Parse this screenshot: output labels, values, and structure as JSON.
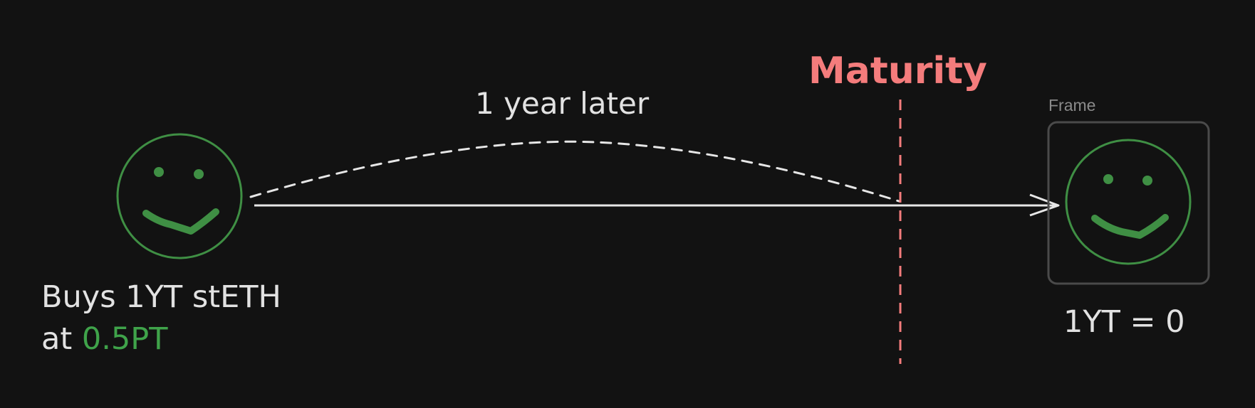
{
  "diagram": {
    "curve_label": "1 year later",
    "maturity_label": "Maturity",
    "frame_label": "Frame",
    "buyer_caption_line1": "Buys 1YT stETH",
    "buyer_caption_at": "at ",
    "buyer_caption_price": "0.5PT",
    "result_caption": "1YT = 0"
  },
  "colors": {
    "background": "#121212",
    "face_green": "#3f8f44",
    "price_green": "#3fa34a",
    "maturity_red": "#f47c7c",
    "line_white": "#e6e6e6",
    "frame_gray": "#4a4a4a",
    "frame_label_gray": "#8a8a8a"
  },
  "icons": {
    "start_face": "smiley-face-icon",
    "end_face": "smiley-face-icon"
  }
}
